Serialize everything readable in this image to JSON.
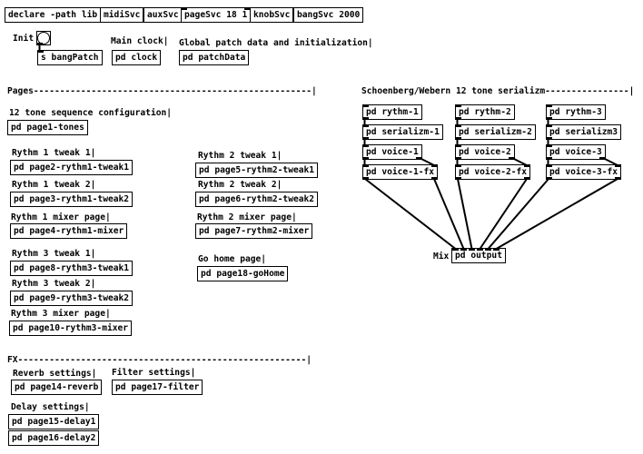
{
  "colors": {
    "background": "#ffffff",
    "box_border": "#000000",
    "text": "#000000",
    "cord": "#000000"
  },
  "header_row": {
    "declare": "declare -path lib",
    "midi_svc": "midiSvc",
    "aux_svc": "auxSvc",
    "page_svc": "pageSvc 18 1",
    "knob_svc": "knobSvc",
    "bang_svc": "bangSvc 2000"
  },
  "init": {
    "label": "Init",
    "main_clock_label": "Main clock|",
    "global_label": "Global patch data and initialization|",
    "bang_patch": "s bangPatch",
    "clock": "pd clock",
    "patch_data": "pd patchData"
  },
  "pages": {
    "header": "Pages-----------------------------------------------------|",
    "tones_label": "12 tone sequence configuration|",
    "tones": "pd page1-tones",
    "r1t1_label": "Rythm 1 tweak 1|",
    "r1t1": "pd page2-rythm1-tweak1",
    "r1t2_label": "Rythm 1 tweak 2|",
    "r1t2": "pd page3-rythm1-tweak2",
    "r1m_label": "Rythm 1 mixer page|",
    "r1m": "pd page4-rythm1-mixer",
    "r2t1_label": "Rythm 2 tweak 1|",
    "r2t1": "pd page5-rythm2-tweak1",
    "r2t2_label": "Rythm 2 tweak 2|",
    "r2t2": "pd page6-rythm2-tweak2",
    "r2m_label": "Rythm 2 mixer page|",
    "r2m": "pd page7-rythm2-mixer",
    "r3t1_label": "Rythm 3 tweak 1|",
    "r3t1": "pd page8-rythm3-tweak1",
    "r3t2_label": "Rythm 3 tweak 2|",
    "r3t2": "pd page9-rythm3-tweak2",
    "r3m_label": "Rythm 3 mixer page|",
    "r3m": "pd page10-rythm3-mixer",
    "gohome_label": "Go home page|",
    "gohome": "pd page18-goHome"
  },
  "fx": {
    "header": "FX-------------------------------------------------------|",
    "reverb_label": "Reverb settings|",
    "reverb": "pd page14-reverb",
    "filter_label": "Filter settings|",
    "filter": "pd page17-filter",
    "delay_label": "Delay settings|",
    "delay1": "pd page15-delay1",
    "delay2": "pd page16-delay2"
  },
  "serializm": {
    "header": "Schoenberg/Webern 12 tone serializm----------------|",
    "chains": [
      {
        "rythm": "pd rythm-1",
        "serializm": "pd serializm-1",
        "voice": "pd voice-1",
        "fx": "pd voice-1-fx"
      },
      {
        "rythm": "pd rythm-2",
        "serializm": "pd serializm-2",
        "voice": "pd voice-2",
        "fx": "pd voice-2-fx"
      },
      {
        "rythm": "pd rythm-3",
        "serializm": "pd serializm3",
        "voice": "pd voice-3",
        "fx": "pd voice-3-fx"
      }
    ],
    "mix_label": "Mix",
    "output": "pd output"
  }
}
